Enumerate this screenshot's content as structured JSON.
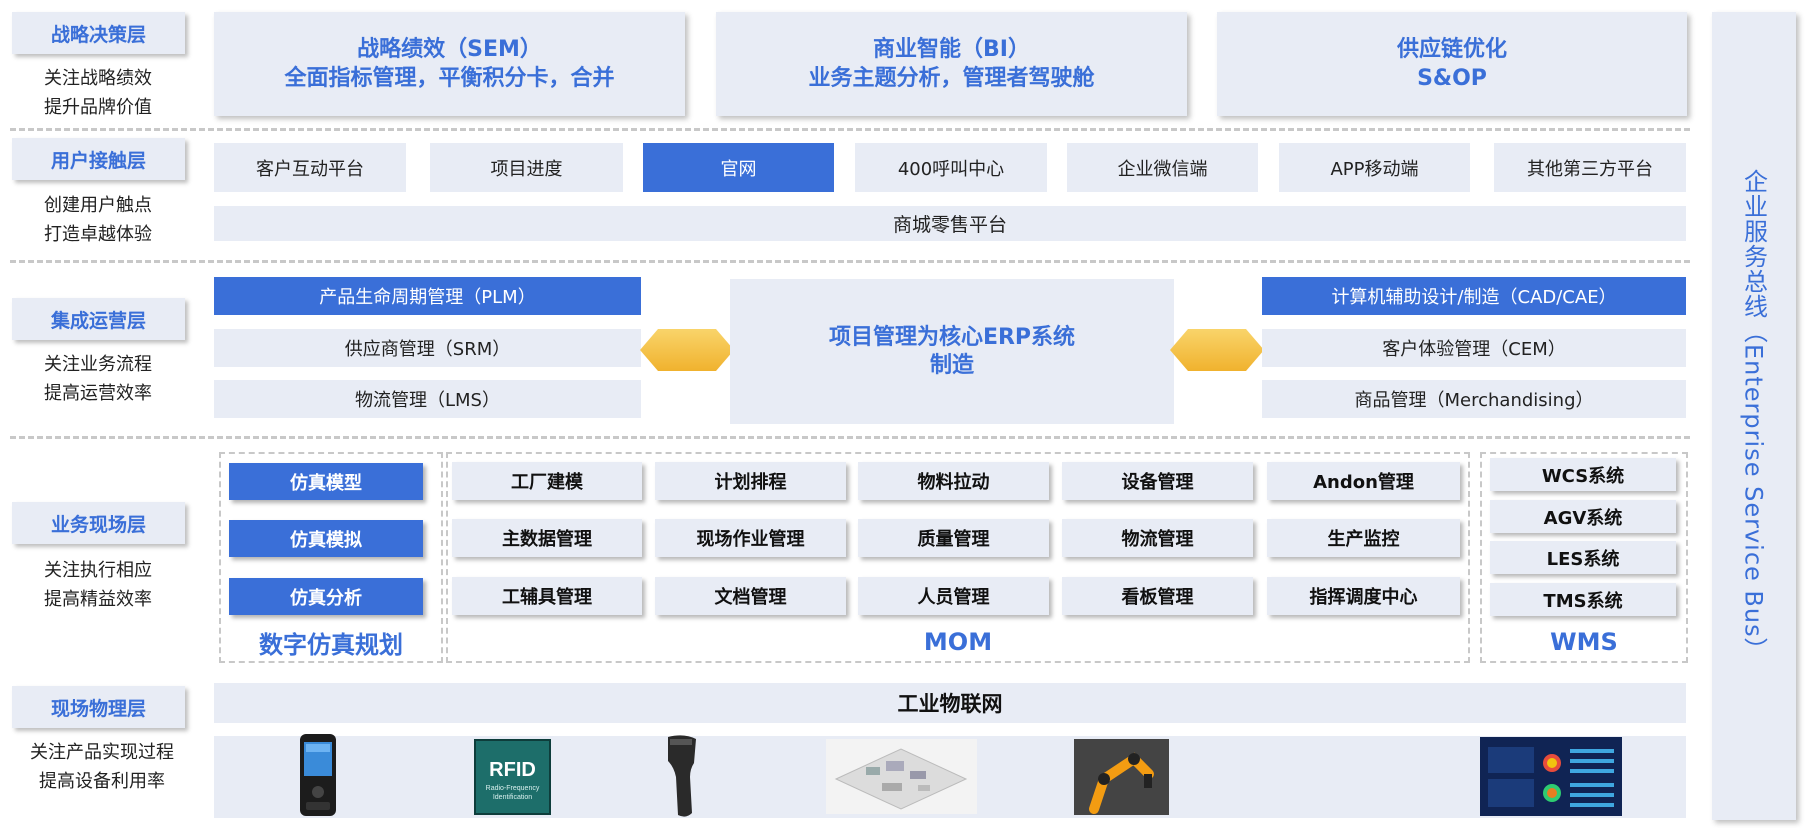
{
  "layers": [
    {
      "tag": "战略决策层",
      "desc": "关注战略绩效\n提升品牌价值"
    },
    {
      "tag": "用户接触层",
      "desc": "创建用户触点\n打造卓越体验"
    },
    {
      "tag": "集成运营层",
      "desc": "关注业务流程\n提高运营效率"
    },
    {
      "tag": "业务现场层",
      "desc": "关注执行相应\n提高精益效率"
    },
    {
      "tag": "现场物理层",
      "desc": "关注产品实现过程\n提高设备利用率"
    }
  ],
  "strategy": [
    {
      "line1": "战略绩效（SEM）",
      "line2": "全面指标管理，平衡积分卡，合并"
    },
    {
      "line1": "商业智能（BI）",
      "line2": "业务主题分析，管理者驾驶舱"
    },
    {
      "line1": "供应链优化",
      "line2": "S&OP"
    }
  ],
  "touchpoints": [
    "客户互动平台",
    "项目进度",
    "官网",
    "400呼叫中心",
    "企业微信端",
    "APP移动端",
    "其他第三方平台"
  ],
  "mall": "商城零售平台",
  "operations": {
    "left": [
      "产品生命周期管理（PLM）",
      "供应商管理（SRM）",
      "物流管理（LMS）"
    ],
    "core_line1": "项目管理为核心ERP系统",
    "core_line2": "制造",
    "right": [
      "计算机辅助设计/制造（CAD/CAE）",
      "客户体验管理（CEM）",
      "商品管理（Merchandising）"
    ]
  },
  "sim": {
    "items": [
      "仿真模型",
      "仿真模拟",
      "仿真分析"
    ],
    "label": "数字仿真规划"
  },
  "mom": {
    "rows": [
      [
        "工厂建模",
        "计划排程",
        "物料拉动",
        "设备管理",
        "Andon管理"
      ],
      [
        "主数据管理",
        "现场作业管理",
        "质量管理",
        "物流管理",
        "生产监控"
      ],
      [
        "工辅具管理",
        "文档管理",
        "人员管理",
        "看板管理",
        "指挥调度中心"
      ]
    ],
    "label": "MOM"
  },
  "wms": {
    "items": [
      "WCS系统",
      "AGV系统",
      "LES系统",
      "TMS系统"
    ],
    "label": "WMS"
  },
  "iot": "工业物联网",
  "rfid_text": "RFID",
  "rfid_sub": "Radio-Frequency Identification",
  "esb": "企业服务总线（Enterprise Service Bus）",
  "colors": {
    "accent": "#3a6fd8",
    "panel": "#e8ecf5",
    "hex": "#f6c445"
  }
}
